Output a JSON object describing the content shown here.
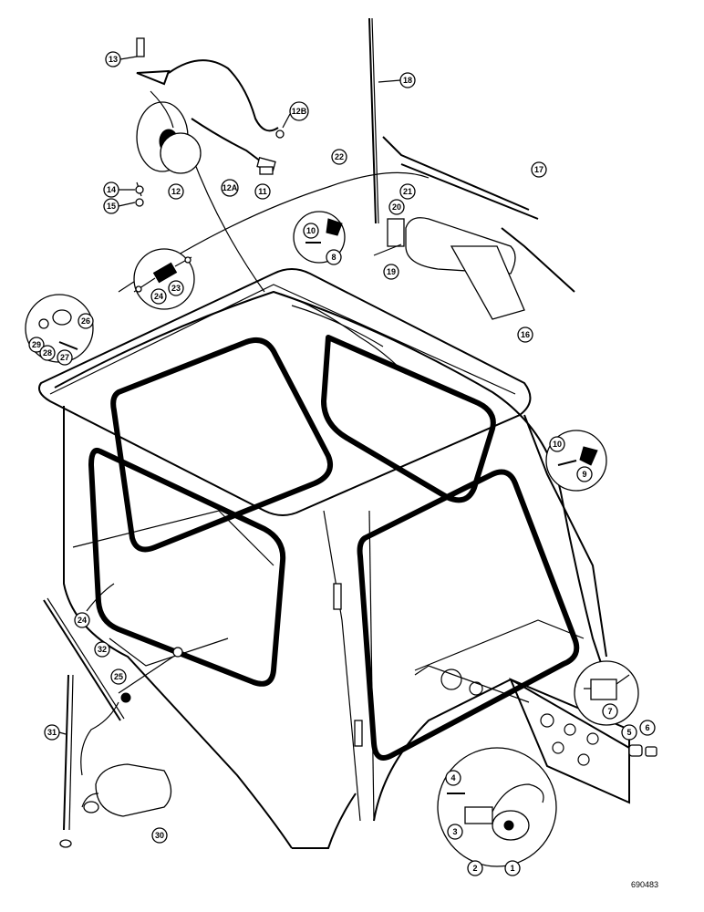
{
  "figure_id": "690483",
  "part_labels": [
    "13",
    "12B",
    "12A",
    "11",
    "12",
    "14",
    "15",
    "22",
    "18",
    "17",
    "21",
    "20",
    "10",
    "8",
    "19",
    "16",
    "24",
    "23",
    "29",
    "28",
    "26",
    "27",
    "10",
    "9",
    "32",
    "25",
    "24",
    "7",
    "5",
    "6",
    "31",
    "30",
    "4",
    "3",
    "2",
    "1"
  ]
}
